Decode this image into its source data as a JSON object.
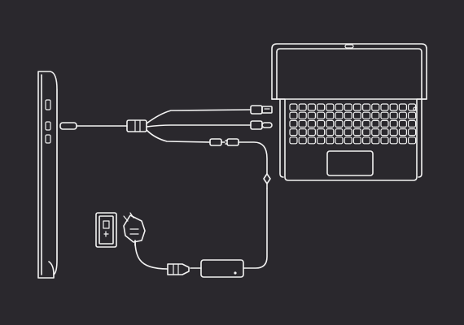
{
  "diagram": {
    "devices": [
      {
        "id": "pen-display",
        "icon": "pen-display-side-icon"
      },
      {
        "id": "laptop",
        "icon": "laptop-icon"
      },
      {
        "id": "wall-socket",
        "icon": "wall-socket-icon"
      },
      {
        "id": "uk-power-plug",
        "icon": "uk-power-plug-icon"
      },
      {
        "id": "power-adapter",
        "icon": "power-adapter-icon"
      }
    ],
    "connectors": [
      {
        "id": "usb-c-connector",
        "icon": "usb-c-icon"
      },
      {
        "id": "cable-splitter",
        "icon": "splitter-icon"
      },
      {
        "id": "usb-a-connector",
        "icon": "usb-a-icon"
      },
      {
        "id": "usb-c-laptop-connector",
        "icon": "usb-c-icon"
      },
      {
        "id": "dc-connector-pair",
        "icon": "dc-connector-icon"
      },
      {
        "id": "cable-ferrite",
        "icon": "ferrite-icon"
      },
      {
        "id": "iec-connector",
        "icon": "iec-connector-icon"
      }
    ],
    "colors": {
      "background": "#2a282d",
      "line": "#f2f2f2"
    }
  }
}
